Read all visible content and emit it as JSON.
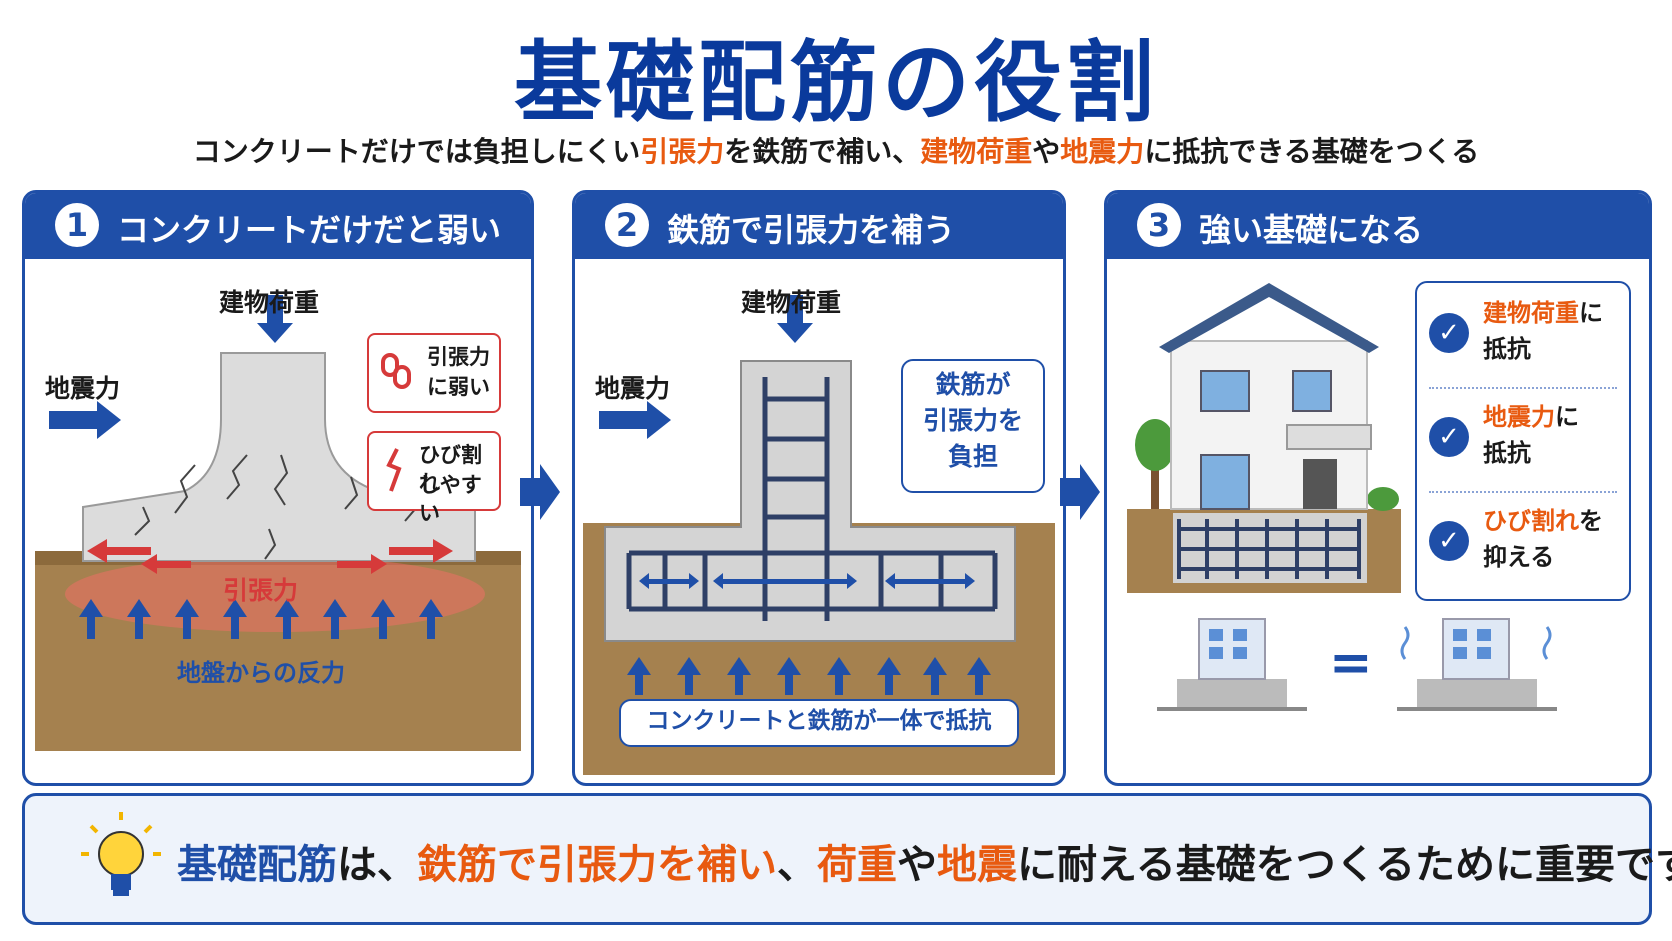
{
  "title": "基礎配筋の役割",
  "subtitle": {
    "p1": "コンクリートだけでは負担しにくい",
    "h1": "引張力",
    "p2": "を鉄筋で補い、",
    "h2": "建物荷重",
    "p3": "や",
    "h3": "地震力",
    "p4": "に抵抗できる基礎をつくる"
  },
  "panels": [
    {
      "number": "1",
      "title": "コンクリートだけだと弱い",
      "load_label": "建物荷重",
      "seismic_label": "地震力",
      "tension_label": "引張力",
      "ground_label": "地盤からの反力",
      "callout1": [
        "引張力",
        "に弱い"
      ],
      "callout2": [
        "ひび割れ",
        "しやすい"
      ]
    },
    {
      "number": "2",
      "title": "鉄筋で引張力を補う",
      "load_label": "建物荷重",
      "seismic_label": "地震力",
      "callout": [
        "鉄筋が",
        "引張力を",
        "負担"
      ],
      "bottom_label": "コンクリートと鉄筋が一体で抵抗"
    },
    {
      "number": "3",
      "title": "強い基礎になる",
      "checks": [
        {
          "hl": "建物荷重",
          "rest": "に",
          "line2": "抵抗"
        },
        {
          "hl": "地震力",
          "rest": "に",
          "line2": "抵抗"
        },
        {
          "hl": "ひび割れ",
          "rest": "を",
          "line2": "抑える"
        }
      ],
      "equals": "="
    }
  ],
  "bottom": {
    "b1": "基礎配筋",
    "t1": "は、",
    "o1": "鉄筋で引張力を補い",
    "t2": "、",
    "o2": "荷重",
    "t3": "や",
    "o3": "地震",
    "t4": "に耐える基礎をつくるために重要です。"
  },
  "colors": {
    "primary": "#1f4fa8",
    "title": "#0a3a9c",
    "accent": "#e85a10",
    "warning": "#d63a3a"
  },
  "icons": [
    "bulb-icon",
    "check-icon",
    "broken-chain-icon",
    "crack-icon",
    "arrow-right-icon",
    "arrow-down-icon",
    "arrow-up-icon",
    "house-icon",
    "tree-icon",
    "building-icon"
  ]
}
